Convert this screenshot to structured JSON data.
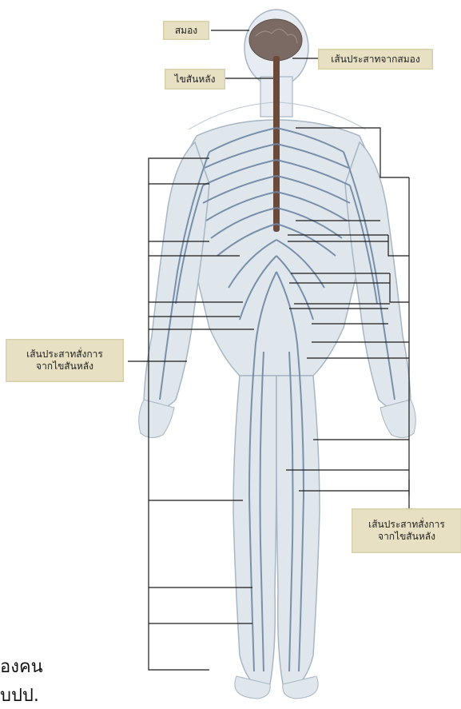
{
  "labels": {
    "brain": "สมอง",
    "spinal_cord": "ไขสันหลัง",
    "cranial_nerves": "เส้นประสาทจากสมอง",
    "spinal_nerves_left_l1": "เส้นประสาทสั่งการ",
    "spinal_nerves_left_l2": "จากไขสันหลัง",
    "spinal_nerves_right_l1": "เส้นประสาทสั่งการ",
    "spinal_nerves_right_l2": "จากไขสันหลัง"
  },
  "caption_fragments": {
    "line1": "องคน",
    "line2": "บปป."
  },
  "colors": {
    "body_fill": "#dfe6ec",
    "body_outline": "#a8b6c4",
    "nerve_blue": "#6f87a5",
    "spinal_brown": "#6b4a3b",
    "brain": "#7a6a63",
    "leader": "#1a1a1a",
    "label_bg": "#e7e0c2"
  }
}
